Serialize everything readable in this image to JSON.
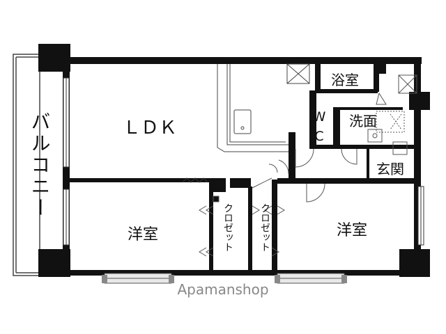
{
  "rooms": {
    "balcony": "バルコニー",
    "ldk": "ＬＤＫ",
    "bath": "浴室",
    "wc": "WC",
    "washroom": "洗面",
    "entrance": "玄関",
    "western_left": "洋室",
    "western_right": "洋室",
    "closet_left": "クロゼット",
    "closet_right": "クロゼット"
  },
  "watermark": "Apamanshop"
}
